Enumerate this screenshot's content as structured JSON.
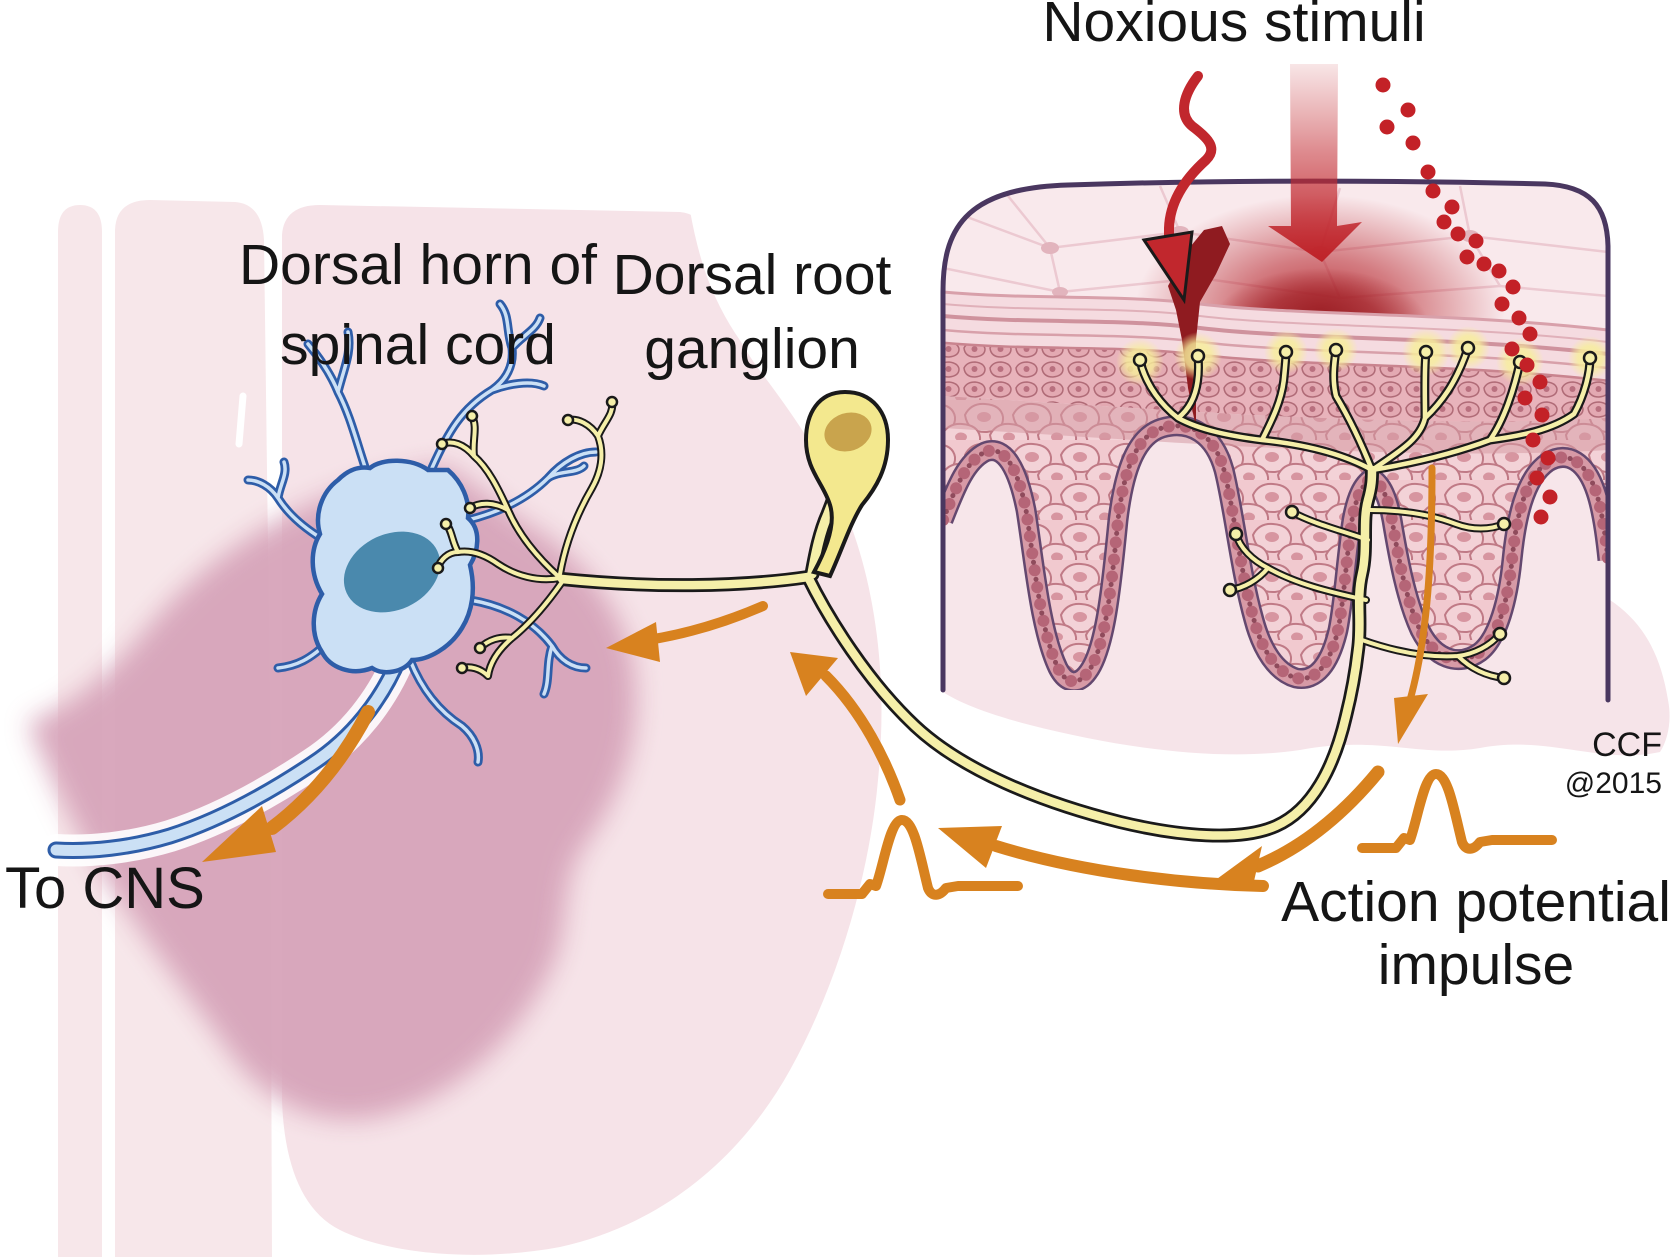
{
  "figure": {
    "type": "medical-illustration",
    "subject": "Nociception pain pathway: noxious stimuli at skin travel via dorsal root ganglion to dorsal horn of spinal cord and on to CNS"
  },
  "labels": {
    "noxious_stimuli": "Noxious stimuli",
    "dorsal_horn": {
      "line1": "Dorsal horn of",
      "line2": "spinal cord"
    },
    "dorsal_root_ganglion": {
      "line1": "Dorsal root",
      "line2": "ganglion"
    },
    "to_cns": "To CNS",
    "action_potential": {
      "line1": "Action potential",
      "line2": "impulse"
    },
    "credit": {
      "line1": "CCF",
      "line2": "@2015"
    }
  },
  "colors": {
    "background": "#ffffff",
    "label_text": "#151515",
    "stimulus_red": "#c1272d",
    "wound_red": "#8f1b20",
    "dot_red": "#c32127",
    "signal_orange": "#d8821f",
    "nerve_yellow": "#f5efa9",
    "nerve_outline": "#1a1a1a",
    "receptor_glow": "#f7ee9b",
    "ganglion_fill": "#f3e88e",
    "ganglion_nucleus": "#c9a44d",
    "neuron_fill": "#cbe0f5",
    "neuron_outline": "#2e5da8",
    "neuron_nucleus": "#4a89ad",
    "cord_pale_pink": "#f6e3e8",
    "gray_matter_mauve": "#d7a4ba",
    "skin_border_purple": "#4a3760",
    "skin_surface_pink": "#f9e9ec",
    "epidermis_pink": "#f1c9cf",
    "dermis_pink": "#f7e6ea",
    "basal_band_pink": "#d79aa6"
  }
}
